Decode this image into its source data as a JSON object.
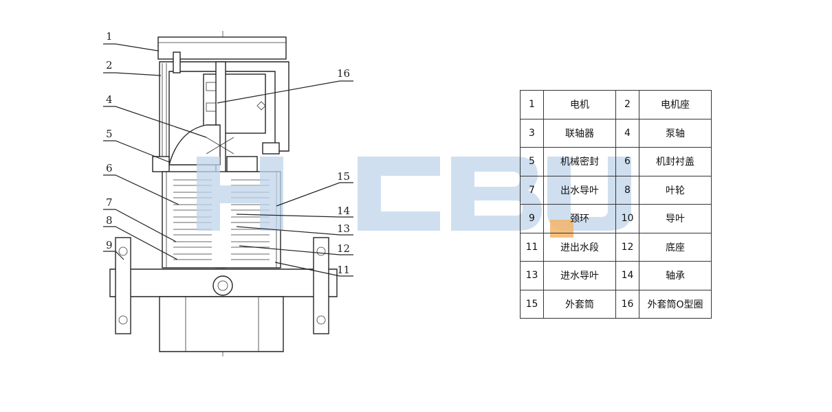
{
  "watermark": {
    "text": "HCBU",
    "colors": {
      "primary": "#bfd4ea",
      "accent": "#f3b46a"
    }
  },
  "callouts": [
    "1",
    "2",
    "4",
    "5",
    "6",
    "7",
    "8",
    "9",
    "16",
    "15",
    "14",
    "13",
    "12",
    "11"
  ],
  "parts_table": {
    "rows": [
      [
        {
          "num": "1",
          "name": "电机"
        },
        {
          "num": "2",
          "name": "电机座"
        }
      ],
      [
        {
          "num": "3",
          "name": "联轴器"
        },
        {
          "num": "4",
          "name": "泵轴"
        }
      ],
      [
        {
          "num": "5",
          "name": "机械密封"
        },
        {
          "num": "6",
          "name": "机封衬盖"
        }
      ],
      [
        {
          "num": "7",
          "name": "出水导叶"
        },
        {
          "num": "8",
          "name": "叶轮"
        }
      ],
      [
        {
          "num": "9",
          "name": "颈环"
        },
        {
          "num": "10",
          "name": "导叶"
        }
      ],
      [
        {
          "num": "11",
          "name": "进出水段"
        },
        {
          "num": "12",
          "name": "底座"
        }
      ],
      [
        {
          "num": "13",
          "name": "进水导叶"
        },
        {
          "num": "14",
          "name": "轴承"
        }
      ],
      [
        {
          "num": "15",
          "name": "外套筒"
        },
        {
          "num": "16",
          "name": "外套筒O型圈"
        }
      ]
    ]
  }
}
